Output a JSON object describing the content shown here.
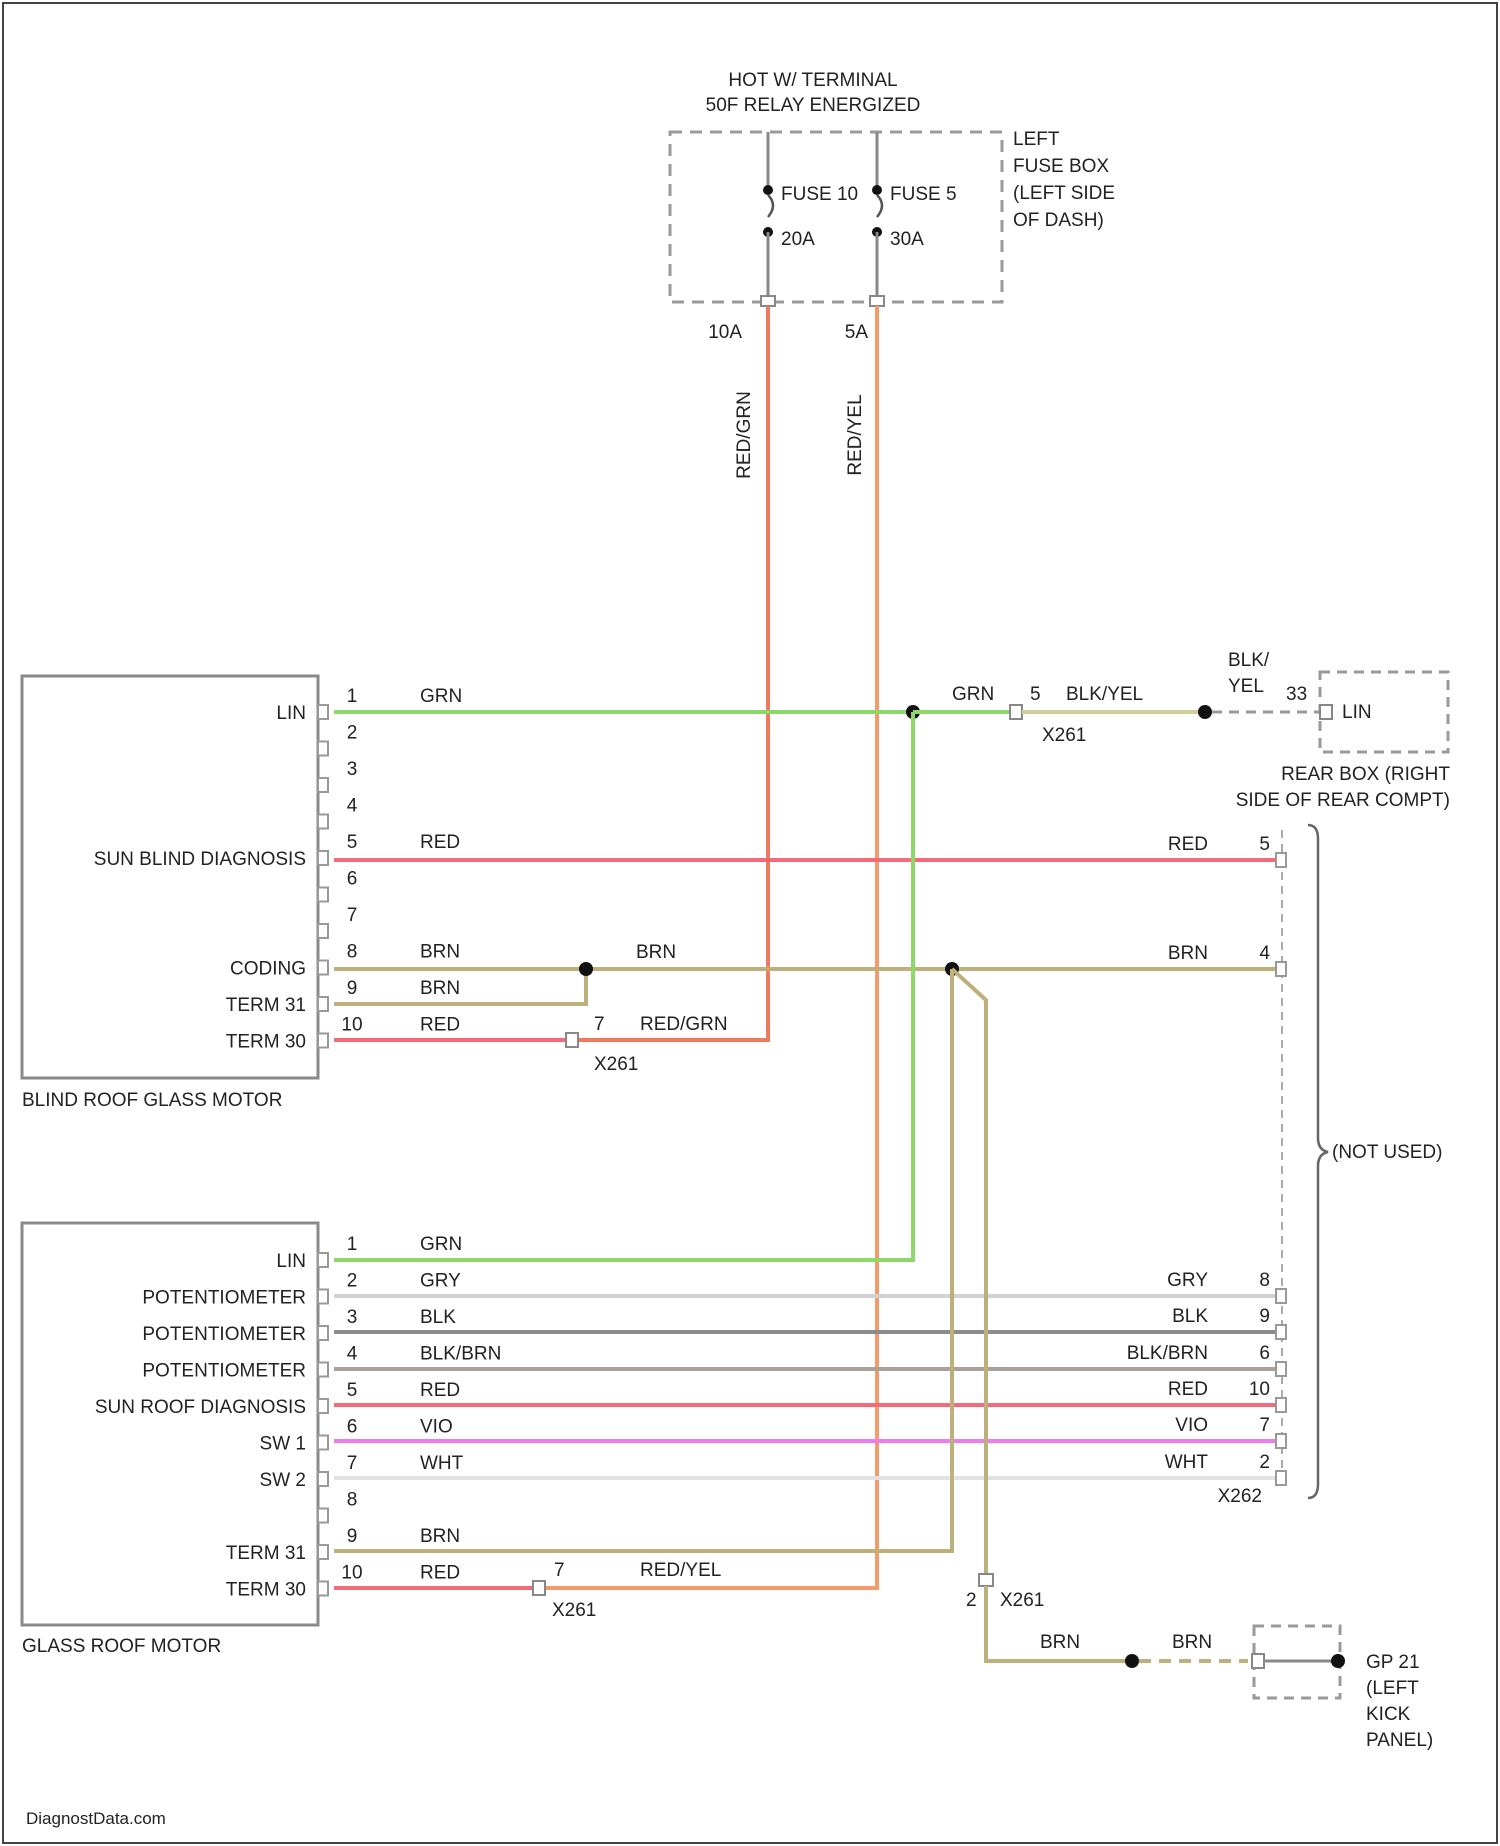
{
  "header": {
    "hot_line1": "HOT W/ TERMINAL",
    "hot_line2": "50F RELAY ENERGIZED",
    "fuse_box": [
      "LEFT",
      "FUSE BOX",
      "(LEFT SIDE",
      "OF DASH)"
    ]
  },
  "fuses": [
    {
      "name": "FUSE 10",
      "rating": "20A",
      "out": "10A",
      "wire": "RED/GRN"
    },
    {
      "name": "FUSE 5",
      "rating": "30A",
      "out": "5A",
      "wire": "RED/YEL"
    }
  ],
  "rear_box": {
    "wire_top": "BLK/",
    "wire_bot": "YEL",
    "pin": "33",
    "pin_label": "LIN",
    "label1": "REAR BOX (RIGHT",
    "label2": "SIDE OF REAR COMPT)"
  },
  "lin_link": {
    "wire1": "GRN",
    "pin": "5",
    "wire2": "BLK/YEL",
    "connector": "X261"
  },
  "blind_motor": {
    "title": "BLIND ROOF GLASS MOTOR",
    "pins": [
      {
        "num": "1",
        "label": "LIN",
        "wire": "GRN",
        "color": "#8cd96a"
      },
      {
        "num": "2",
        "label": "",
        "wire": ""
      },
      {
        "num": "3",
        "label": "",
        "wire": ""
      },
      {
        "num": "4",
        "label": "",
        "wire": ""
      },
      {
        "num": "5",
        "label": "SUN BLIND DIAGNOSIS",
        "wire": "RED",
        "color": "#f46a78"
      },
      {
        "num": "6",
        "label": "",
        "wire": ""
      },
      {
        "num": "7",
        "label": "",
        "wire": ""
      },
      {
        "num": "8",
        "label": "CODING",
        "wire": "BRN",
        "color": "#bdb07a"
      },
      {
        "num": "9",
        "label": "TERM 31",
        "wire": "BRN",
        "color": "#bdb07a"
      },
      {
        "num": "10",
        "label": "TERM 30",
        "wire": "RED",
        "color": "#f46a78"
      }
    ],
    "x261_pin": "7",
    "x261_wire": "RED/GRN",
    "x261": "X261",
    "brn_mid": "BRN"
  },
  "glass_motor": {
    "title": "GLASS ROOF MOTOR",
    "pins": [
      {
        "num": "1",
        "label": "LIN",
        "wire": "GRN",
        "color": "#8cd96a"
      },
      {
        "num": "2",
        "label": "POTENTIOMETER",
        "wire": "GRY",
        "color": "#d2d2d2"
      },
      {
        "num": "3",
        "label": "POTENTIOMETER",
        "wire": "BLK",
        "color": "#8c8c8c"
      },
      {
        "num": "4",
        "label": "POTENTIOMETER",
        "wire": "BLK/BRN",
        "color": "#a8a29a"
      },
      {
        "num": "5",
        "label": "SUN ROOF DIAGNOSIS",
        "wire": "RED",
        "color": "#f46a78"
      },
      {
        "num": "6",
        "label": "SW 1",
        "wire": "VIO",
        "color": "#ee7cf0"
      },
      {
        "num": "7",
        "label": "SW 2",
        "wire": "WHT",
        "color": "#e2e2e2"
      },
      {
        "num": "8",
        "label": "",
        "wire": ""
      },
      {
        "num": "9",
        "label": "TERM 31",
        "wire": "BRN",
        "color": "#bdb07a"
      },
      {
        "num": "10",
        "label": "TERM 30",
        "wire": "RED",
        "color": "#f46a78"
      }
    ],
    "x261_pin": "7",
    "x261_wire": "RED/YEL",
    "x261": "X261"
  },
  "x262": {
    "label": "X262",
    "not_used": "(NOT USED)",
    "rows": [
      {
        "wire": "RED",
        "pin": "5"
      },
      {
        "wire": "BRN",
        "pin": "4"
      },
      {
        "wire": "GRY",
        "pin": "8"
      },
      {
        "wire": "BLK",
        "pin": "9"
      },
      {
        "wire": "BLK/BRN",
        "pin": "6"
      },
      {
        "wire": "RED",
        "pin": "10"
      },
      {
        "wire": "VIO",
        "pin": "7"
      },
      {
        "wire": "WHT",
        "pin": "2"
      }
    ]
  },
  "ground": {
    "pin": "2",
    "connector": "X261",
    "wire1": "BRN",
    "wire2": "BRN",
    "label": [
      "GP 21",
      "(LEFT",
      "KICK",
      "PANEL)"
    ]
  },
  "watermark": "DiagnostData.com",
  "colors": {
    "grn": "#8cd96a",
    "red": "#f46a78",
    "brn": "#bdb07a",
    "redgrn": "#f07a60",
    "redyel": "#f59a6a",
    "gry": "#d2d2d2",
    "blk": "#8c8c8c",
    "blkbrn": "#a8a29a",
    "vio": "#ee7cf0",
    "wht": "#e2e2e2",
    "dash": "#9a9a9a"
  }
}
